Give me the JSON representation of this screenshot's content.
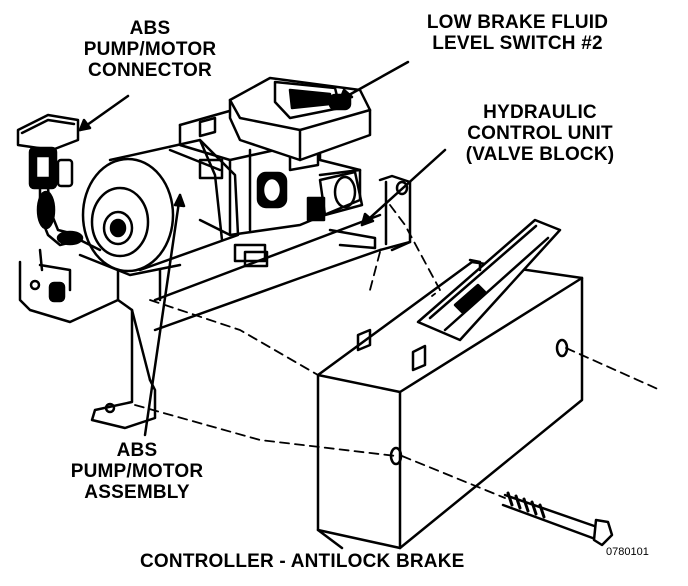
{
  "diagram": {
    "labels": {
      "abs_connector": [
        "ABS",
        "PUMP/MOTOR",
        "CONNECTOR"
      ],
      "fluid_switch": [
        "LOW BRAKE FLUID",
        "LEVEL SWITCH #2"
      ],
      "hydraulic_unit": [
        "HYDRAULIC",
        "CONTROL UNIT",
        "(VALVE BLOCK)"
      ],
      "pump_assembly": [
        "ABS",
        "PUMP/MOTOR",
        "ASSEMBLY"
      ],
      "controller": "CONTROLLER - ANTILOCK BRAKE"
    },
    "figure_code": "0780101",
    "colors": {
      "ink": "#000000",
      "paper": "#ffffff"
    }
  }
}
